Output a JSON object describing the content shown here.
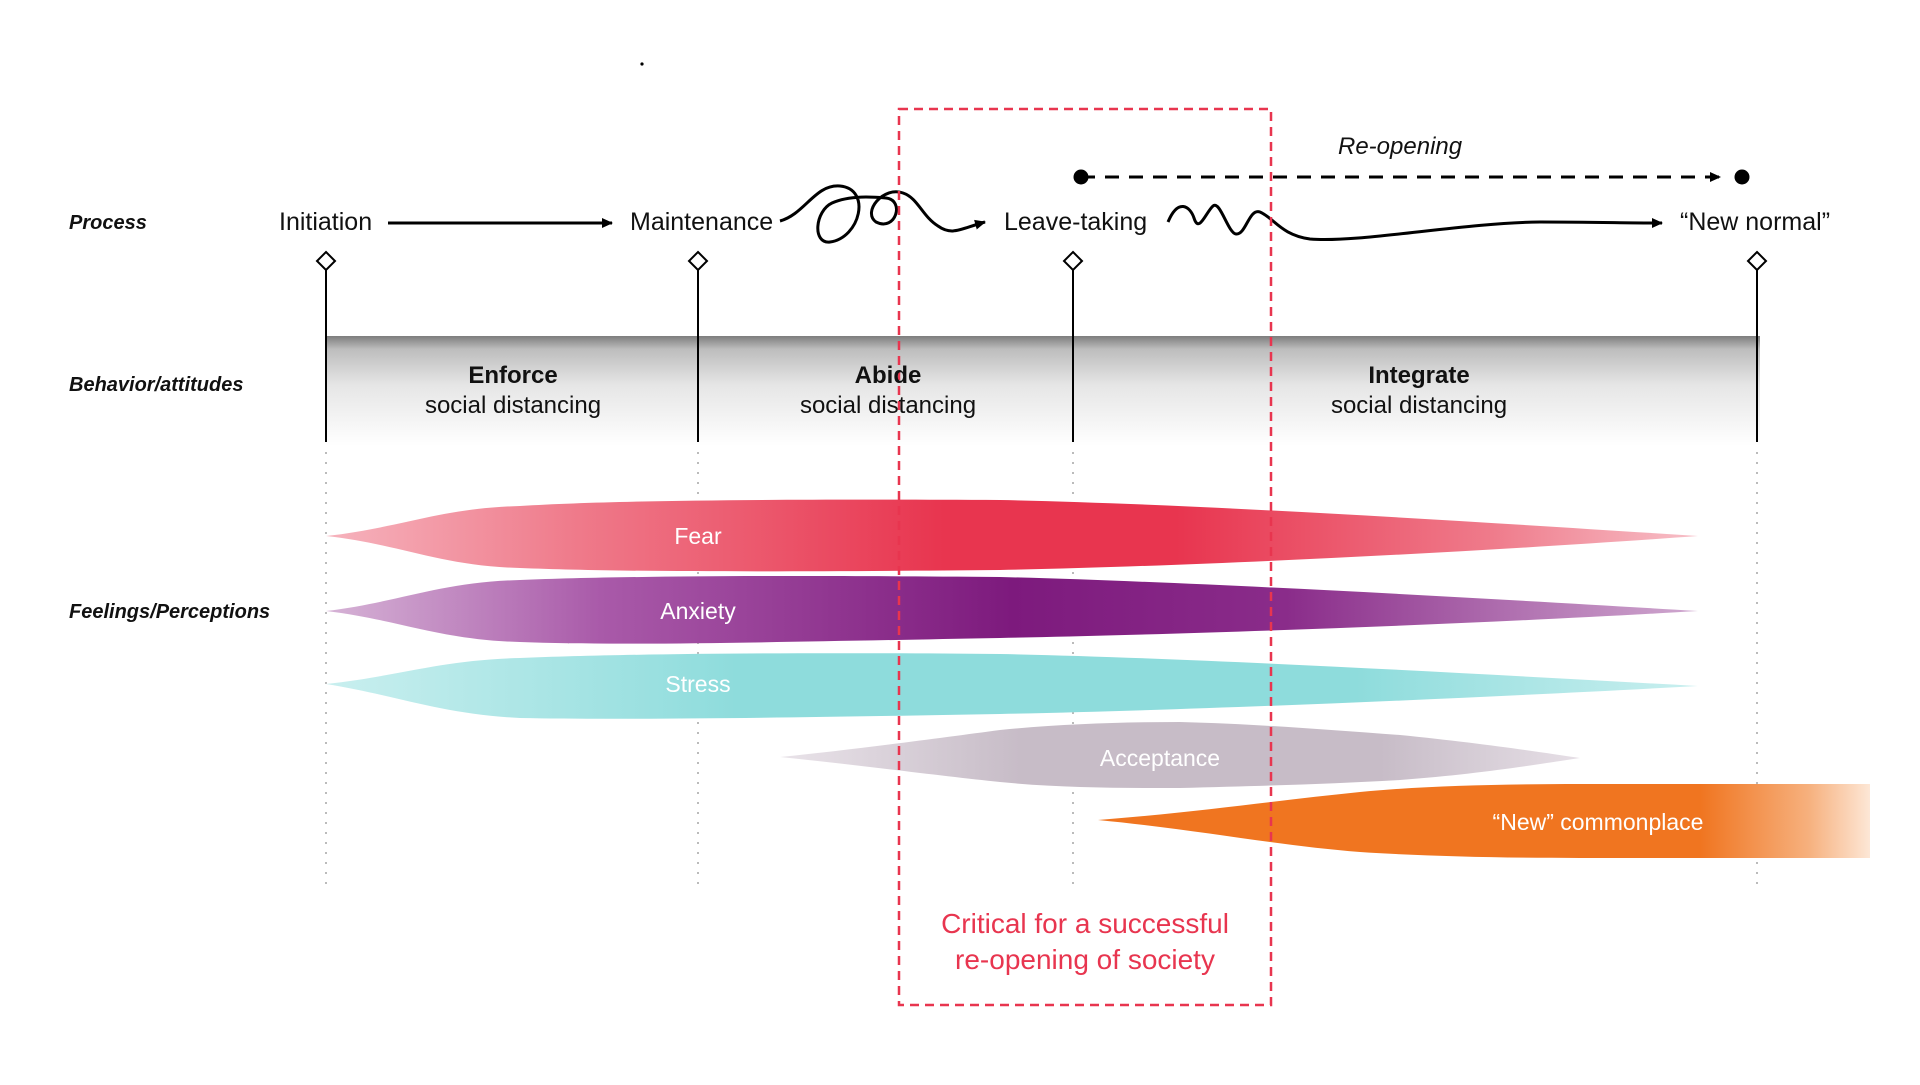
{
  "row_labels": {
    "process": "Process",
    "behavior": "Behavior/attitudes",
    "feelings": "Feelings/Perceptions"
  },
  "stages": [
    {
      "id": "initiation",
      "label": "Initiation"
    },
    {
      "id": "maintenance",
      "label": "Maintenance"
    },
    {
      "id": "leave_taking",
      "label": "Leave-taking"
    },
    {
      "id": "new_normal",
      "label": "“New normal”"
    }
  ],
  "reopening": {
    "label": "Re-opening"
  },
  "behaviors": [
    {
      "title": "Enforce",
      "subtitle": "social distancing"
    },
    {
      "title": "Abide",
      "subtitle": "social distancing"
    },
    {
      "title": "Integrate",
      "subtitle": "social distancing"
    }
  ],
  "feelings": [
    {
      "label": "Fear",
      "color": "#e8354f"
    },
    {
      "label": "Anxiety",
      "color": "#7d1a7d"
    },
    {
      "label": "Stress",
      "color": "#8edcdc"
    },
    {
      "label": "Acceptance",
      "color": "#c7bcc7"
    },
    {
      "label": "“New” commonplace",
      "color": "#f07520"
    }
  ],
  "critical_box": {
    "line1": "Critical for a successful",
    "line2": "re-opening of society",
    "color": "#e8354f"
  }
}
